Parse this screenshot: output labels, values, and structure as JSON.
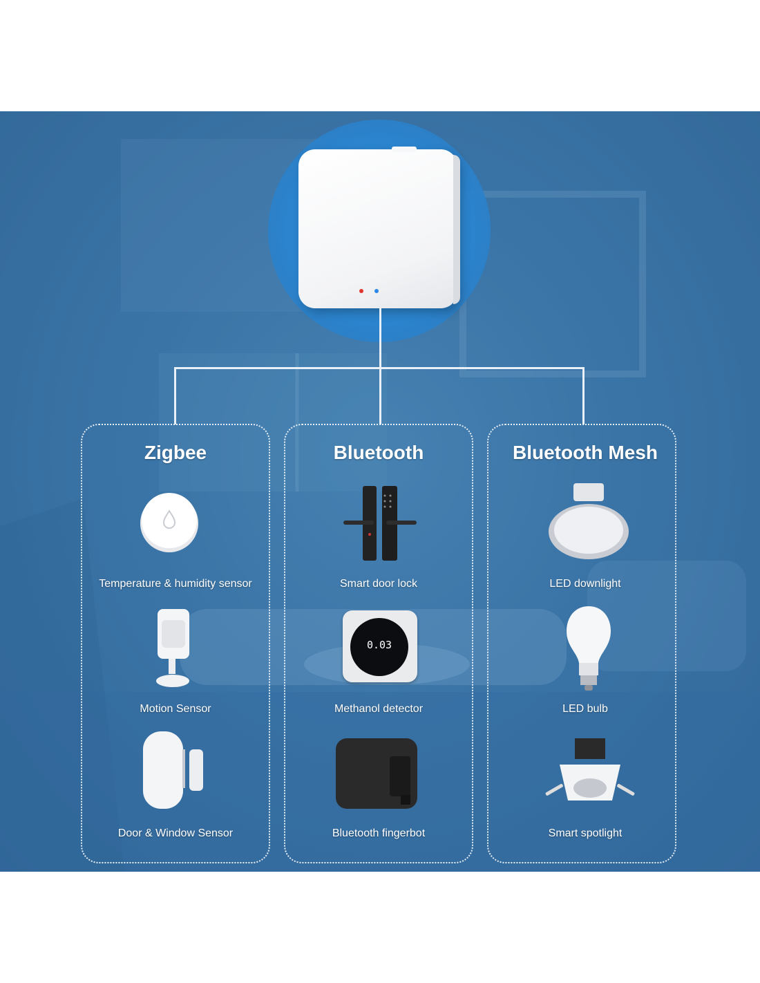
{
  "columns": [
    {
      "title": "Zigbee",
      "devices": [
        {
          "label": "Temperature & humidity sensor",
          "icon": "water-sensor-icon"
        },
        {
          "label": "Motion Sensor",
          "icon": "motion-sensor-icon"
        },
        {
          "label": "Door & Window Sensor",
          "icon": "door-window-sensor-icon"
        }
      ]
    },
    {
      "title": "Bluetooth",
      "devices": [
        {
          "label": "Smart door lock",
          "icon": "door-lock-icon"
        },
        {
          "label": "Methanol detector",
          "icon": "methanol-detector-icon",
          "display": "0.03"
        },
        {
          "label": "Bluetooth fingerbot",
          "icon": "fingerbot-icon"
        }
      ]
    },
    {
      "title": "Bluetooth Mesh",
      "devices": [
        {
          "label": "LED downlight",
          "icon": "downlight-icon"
        },
        {
          "label": "LED bulb",
          "icon": "bulb-icon"
        },
        {
          "label": "Smart spotlight",
          "icon": "spotlight-icon"
        }
      ]
    }
  ],
  "colors": {
    "background": "#3a74a6",
    "halo": "#2a84cf",
    "text": "#ffffff",
    "led_red": "#e0342f",
    "led_blue": "#2a86e8"
  }
}
